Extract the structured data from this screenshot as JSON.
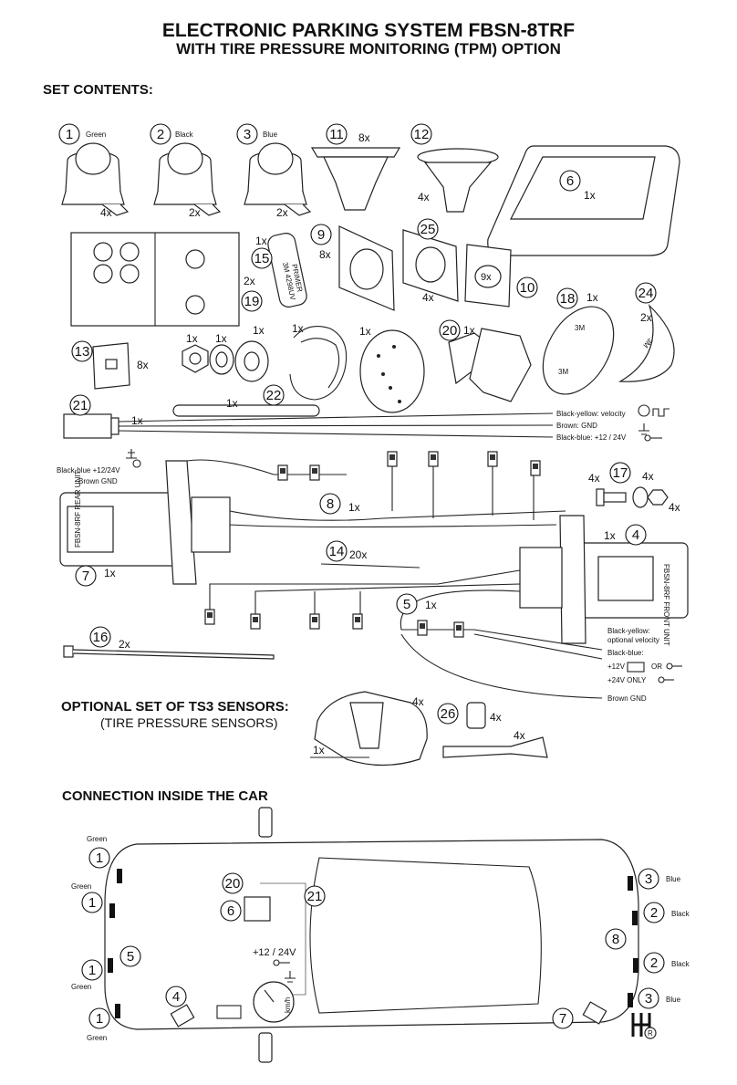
{
  "title": "ELECTRONIC PARKING SYSTEM FBSN-8TRF",
  "subtitle": "WITH TIRE PRESSURE MONITORING (TPM) OPTION",
  "section_set_contents": "SET CONTENTS:",
  "section_optional": "OPTIONAL SET OF TS3 SENSORS:",
  "section_optional_sub": "(TIRE PRESSURE SENSORS)",
  "section_connection": "CONNECTION INSIDE  THE CAR",
  "parts": {
    "p1": {
      "num": "1",
      "color": "Green",
      "qty": "4x"
    },
    "p2": {
      "num": "2",
      "color": "Black",
      "qty": "2x"
    },
    "p3": {
      "num": "3",
      "color": "Blue",
      "qty": "2x"
    },
    "p11": {
      "num": "11",
      "qty": "8x"
    },
    "p12": {
      "num": "12",
      "qty": "4x"
    },
    "p6": {
      "num": "6",
      "qty": "1x"
    },
    "p15": {
      "num": "15",
      "qty": "1x",
      "print1": "PRIMER",
      "print2": "3M 4298UV"
    },
    "p9": {
      "num": "9",
      "qty": "8x"
    },
    "p25": {
      "num": "25",
      "qty": "4x"
    },
    "p10": {
      "num": "10",
      "print": "9x"
    },
    "p18": {
      "num": "18",
      "qty": "1x",
      "print": "3M"
    },
    "p24": {
      "num": "24",
      "qty": "2x",
      "print": "3M"
    },
    "p19": {
      "num": "19",
      "qty": "2x"
    },
    "p13": {
      "num": "13",
      "qty": "8x"
    },
    "p20": {
      "num": "20",
      "qty": "1x"
    },
    "p21": {
      "num": "21",
      "qty": "1x"
    },
    "p22": {
      "num": "22",
      "qty": "1x"
    },
    "p8": {
      "num": "8",
      "qty": "1x"
    },
    "p17": {
      "num": "17",
      "qty": "4x"
    },
    "p4": {
      "num": "4",
      "qty": "1x",
      "print": "FBSN-8RF FRONT UNIT"
    },
    "p7": {
      "num": "7",
      "qty": "1x",
      "print": "FBSN-8RF REAR UNIT"
    },
    "p14": {
      "num": "14",
      "qty": "20x"
    },
    "p5": {
      "num": "5",
      "qty": "1x"
    },
    "p16": {
      "num": "16",
      "qty": "2x"
    },
    "p26": {
      "num": "26",
      "qty": "4x"
    }
  },
  "nuts_qty": "1x",
  "wires21": {
    "velocity": "Black-yellow:  velocity",
    "gnd": "Brown:           GND",
    "power": "Black-blue:   +12 / 24V"
  },
  "wires7": {
    "power": "Black-blue  +12/24V",
    "gnd": "Brown   GND"
  },
  "wires5": {
    "vel1": "Black-yellow:",
    "vel2": "optional velocity",
    "bb": "Black-blue:",
    "v12": "+12V",
    "or": "OR",
    "v24": "+24V  ONLY",
    "gnd": "Brown   GND"
  },
  "car": {
    "green": "Green",
    "blue": "Blue",
    "black": "Black",
    "power": "+12 / 24V",
    "kmh": "km/h",
    "gear": "R"
  }
}
